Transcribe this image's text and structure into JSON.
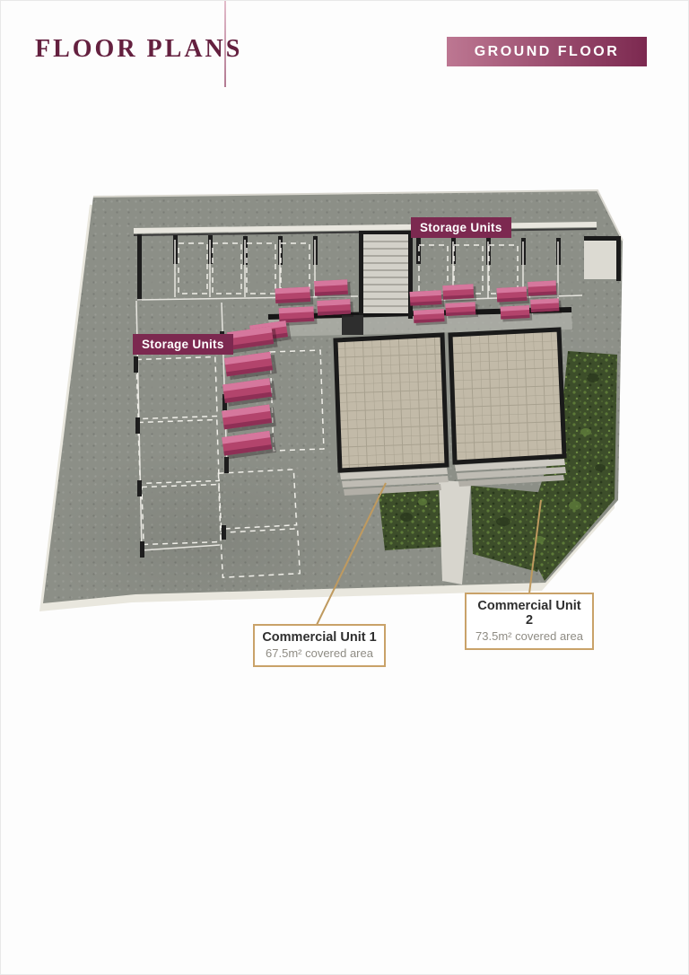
{
  "header": {
    "title": "FLOOR PLANS",
    "floor_badge": "GROUND FLOOR"
  },
  "plan": {
    "storage_label_top": "Storage Units",
    "storage_label_left": "Storage Units",
    "callout_unit1": {
      "title": "Commercial Unit 1",
      "area": "67.5m² covered area"
    },
    "callout_unit2": {
      "title": "Commercial Unit 2",
      "area": "73.5m² covered area"
    }
  },
  "colors": {
    "brand_maroon": "#64203f",
    "banner_start": "#bd7792",
    "banner_end": "#7c2950",
    "badge_bg": "#7c2950",
    "callout_border": "#c9a269",
    "callout_title": "#2f2f2f",
    "callout_subtitle": "#8f8c84",
    "leader_line": "#bf9a5f",
    "slab_gray": "#8c8f87",
    "pink_unit": "#b3446c",
    "floor_beige": "#c2baa8",
    "green": "#3d4e2a"
  }
}
